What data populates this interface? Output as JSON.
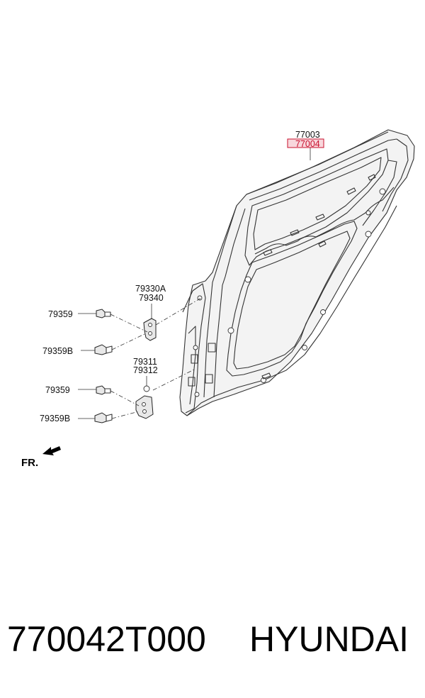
{
  "labels": {
    "door_lh": "77003",
    "door_rh": "77004",
    "hinge_upper_a": "79330A",
    "hinge_upper_b": "79340",
    "hinge_lower_a": "79311",
    "hinge_lower_b": "79312",
    "bolt_1": "79359",
    "bolt_2": "79359B",
    "bolt_3": "79359",
    "bolt_4": "79359B"
  },
  "direction_marker": "FR.",
  "caption": {
    "part_number": "770042T000",
    "brand": "HYUNDAI"
  },
  "colors": {
    "highlight": "#c8102e",
    "line": "#333333"
  }
}
